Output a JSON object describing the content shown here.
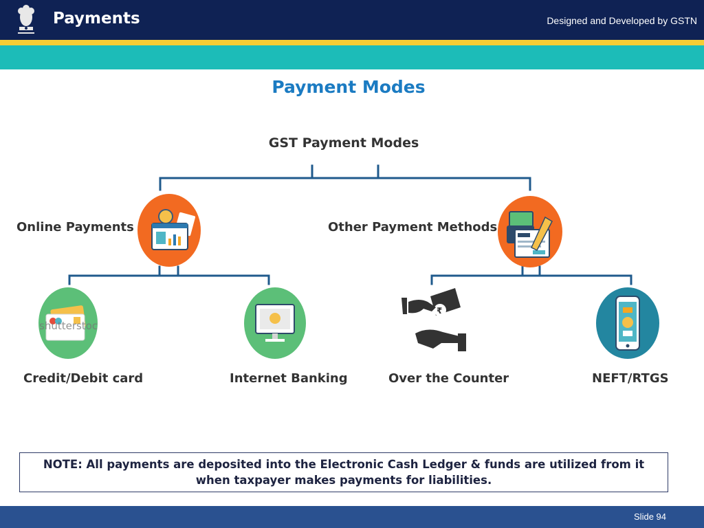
{
  "header": {
    "title": "Payments",
    "credit": "Designed and Developed by GSTN"
  },
  "main": {
    "title": "Payment Modes",
    "diagram": {
      "root": "GST Payment Modes",
      "branches": [
        {
          "label": "Online Payments",
          "icon": "online-payment-icon",
          "children": [
            {
              "label": "Credit/Debit card",
              "icon": "credit-card-icon"
            },
            {
              "label": "Internet Banking",
              "icon": "internet-banking-icon"
            }
          ]
        },
        {
          "label": "Other Payment Methods",
          "icon": "cheque-payment-icon",
          "children": [
            {
              "label": "Over the Counter",
              "icon": "cash-hand-icon"
            },
            {
              "label": "NEFT/RTGS",
              "icon": "mobile-banking-icon"
            }
          ]
        }
      ]
    },
    "icon_watermark": "shutterstock"
  },
  "note": "NOTE: All payments are deposited into the Electronic Cash Ledger & funds are utilized from it when taxpayer makes payments for liabilities.",
  "footer": {
    "slide": "Slide 94"
  },
  "colors": {
    "header_bg": "#0f2254",
    "accent_yellow": "#f6cd34",
    "accent_teal": "#1cbcb8",
    "title_blue": "#1b7bc2",
    "connector": "#1f5a8c",
    "orange_icon": "#f26a21",
    "green_icon": "#5cbf78",
    "teal_icon": "#2386a0",
    "footer_bg": "#2a5190"
  }
}
